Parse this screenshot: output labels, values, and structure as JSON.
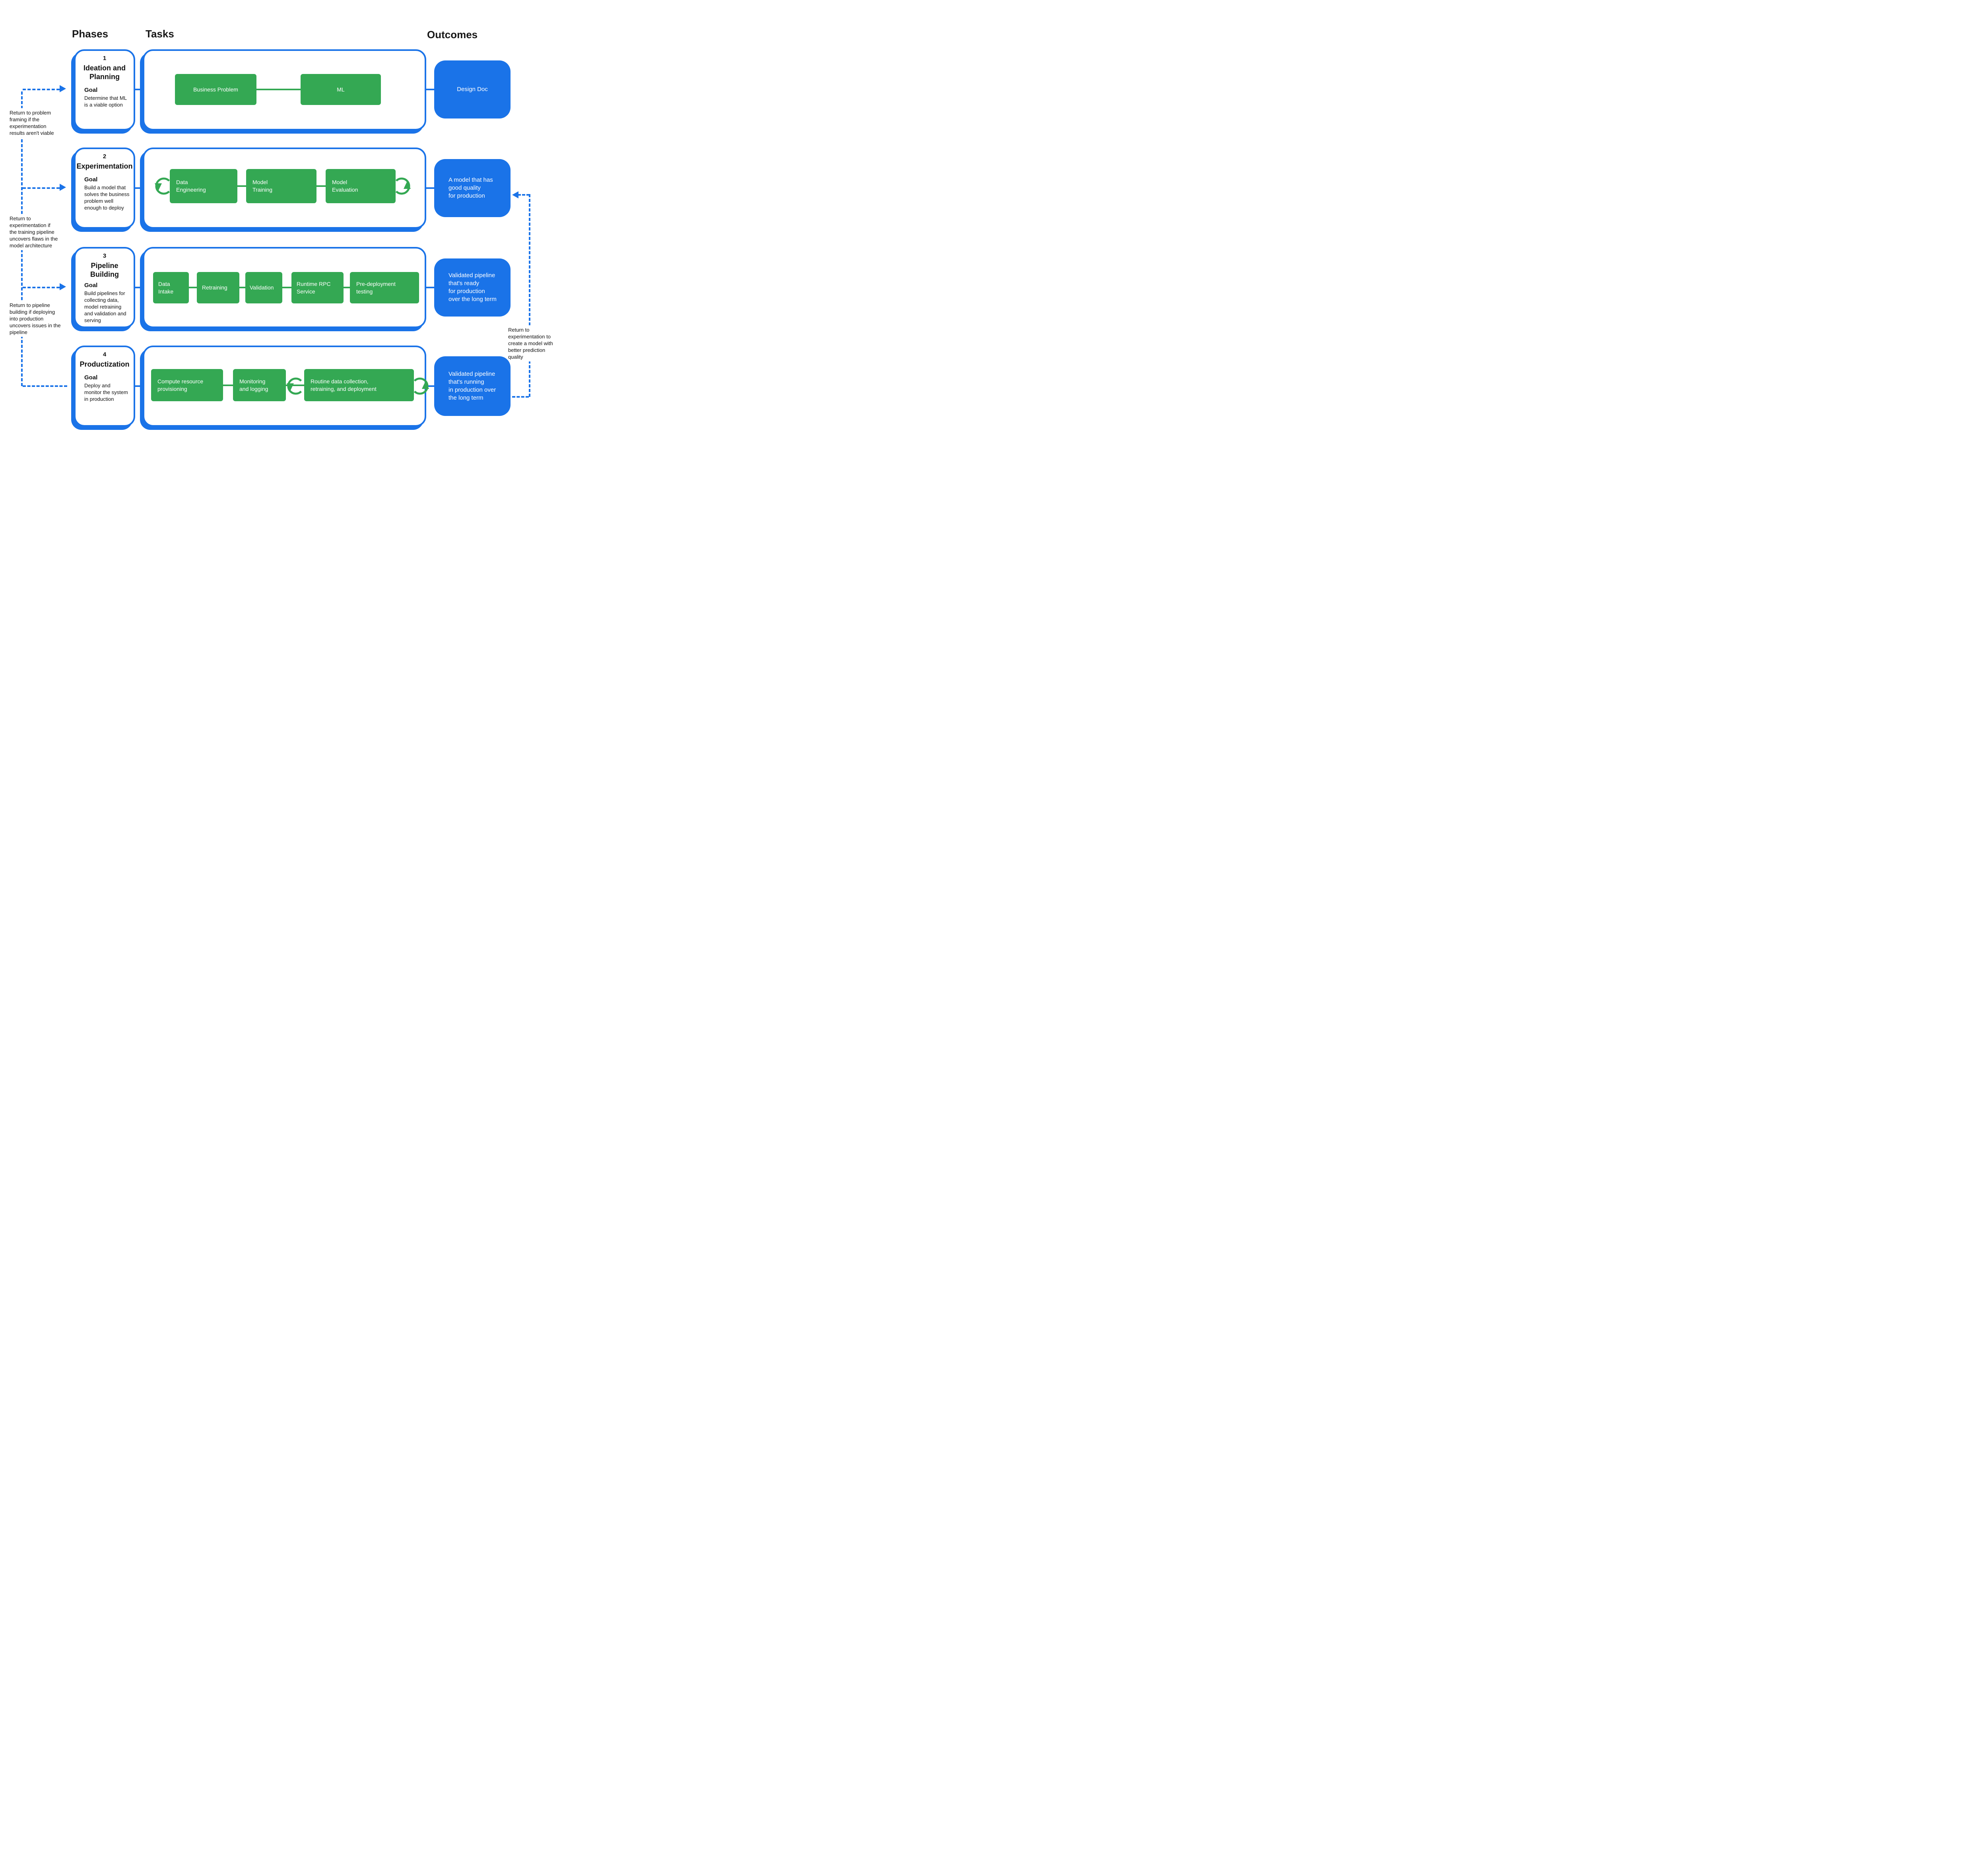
{
  "headers": {
    "phases": "Phases",
    "tasks": "Tasks",
    "outcomes": "Outcomes"
  },
  "colors": {
    "blue": "#1A73E8",
    "green": "#34A853"
  },
  "phases": [
    {
      "number": "1",
      "title": "Ideation and\nPlanning",
      "goal_label": "Goal",
      "goal": "Determine that ML\nis a viable option",
      "tasks": [
        "Business Problem",
        "ML"
      ],
      "outcome": "Design Doc"
    },
    {
      "number": "2",
      "title": "Experimentation",
      "goal_label": "Goal",
      "goal": "Build a model that\nsolves the business\nproblem well\nenough to deploy",
      "tasks": [
        "Data\nEngineering",
        "Model\nTraining",
        "Model\nEvaluation"
      ],
      "outcome": "A model that has\ngood quality\nfor production"
    },
    {
      "number": "3",
      "title": "Pipeline Building",
      "goal_label": "Goal",
      "goal": "Build pipelines for\ncollecting data,\nmodel retraining\nand validation and\nserving",
      "tasks": [
        "Data\nIntake",
        "Retraining",
        "Validation",
        "Runtime RPC\nService",
        "Pre-deployment\ntesting"
      ],
      "outcome": "Validated pipeline\nthat's ready\nfor production\nover the long term"
    },
    {
      "number": "4",
      "title": "Productization",
      "goal_label": "Goal",
      "goal": "Deploy and\nmonitor the system\nin production",
      "tasks": [
        "Compute resource\nprovisioning",
        "Monitoring\nand logging",
        "Routine data collection,\nretraining, and deployment"
      ],
      "outcome": "Validated pipeline\nthat's running\nin production over\nthe long term"
    }
  ],
  "annotations": {
    "left": [
      "Return to problem\nframing if the\nexperimentation\nresults aren't viable",
      "Return to\nexperimentation if\nthe training pipeline\nuncovers flaws in the\nmodel architecture",
      "Return to pipeline\nbuilding if deploying\ninto production\nuncovers issues in the\npipeline"
    ],
    "right": "Return to\nexperimentation to\ncreate a model with\nbetter prediction\nquality"
  }
}
